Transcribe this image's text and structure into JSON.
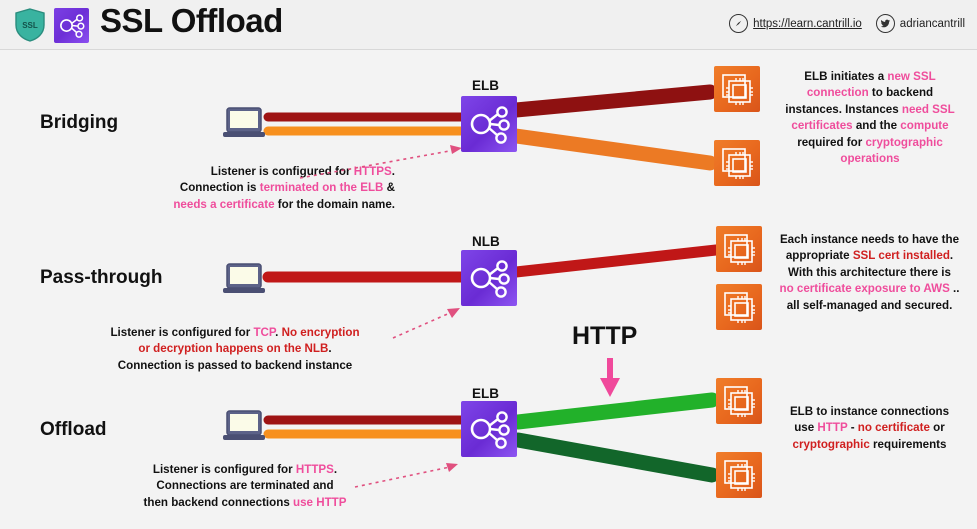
{
  "header": {
    "title": "SSL Offload",
    "shield_icon": "ssl-shield-icon",
    "shield_label": "SSL",
    "elb_icon": "elb-icon",
    "website": "https://learn.cantrill.io",
    "website_icon": "compass-icon",
    "twitter_handle": "adriancantrill",
    "twitter_icon": "twitter-bird-icon"
  },
  "colors": {
    "pink": "#ef4d9c",
    "red": "#d02020",
    "dark_red": "#9e1313",
    "orange": "#f7901e",
    "bright_green": "#22b12a",
    "dark_green": "#12662a",
    "purple": "#7334d8",
    "instance_orange": "#e8681e"
  },
  "rows": [
    {
      "label": "Bridging",
      "node_label": "ELB",
      "client_icon": "laptop-icon",
      "left_lines": [
        "dark-red",
        "orange"
      ],
      "right_lines": [
        "dark-red",
        "orange"
      ],
      "instances": 2,
      "left_note": [
        [
          {
            "t": "Listener is configured for ",
            "c": "black"
          },
          {
            "t": "HTTPS",
            "c": "pink"
          },
          {
            "t": ".",
            "c": "black"
          }
        ],
        [
          {
            "t": "Connection is ",
            "c": "black"
          },
          {
            "t": "terminated on the ELB",
            "c": "pink"
          },
          {
            "t": " &",
            "c": "black"
          }
        ],
        [
          {
            "t": "needs a certificate",
            "c": "pink"
          },
          {
            "t": " for the domain name.",
            "c": "black"
          }
        ]
      ],
      "right_note": [
        [
          {
            "t": "ELB initiates a ",
            "c": "black"
          },
          {
            "t": "new SSL",
            "c": "pink"
          }
        ],
        [
          {
            "t": "connection",
            "c": "pink"
          },
          {
            "t": " to backend",
            "c": "black"
          }
        ],
        [
          {
            "t": "instances. Instances ",
            "c": "black"
          },
          {
            "t": "need SSL",
            "c": "pink"
          }
        ],
        [
          {
            "t": "certificates",
            "c": "pink"
          },
          {
            "t": " and the ",
            "c": "black"
          },
          {
            "t": "compute",
            "c": "pink"
          }
        ],
        [
          {
            "t": "required for ",
            "c": "black"
          },
          {
            "t": "cryptographic",
            "c": "pink"
          }
        ],
        [
          {
            "t": "operations",
            "c": "pink"
          }
        ]
      ]
    },
    {
      "label": "Pass-through",
      "node_label": "NLB",
      "client_icon": "laptop-icon",
      "left_lines": [
        "red"
      ],
      "right_lines": [
        "red"
      ],
      "instances": 2,
      "left_note": [
        [
          {
            "t": "Listener is configured for ",
            "c": "black"
          },
          {
            "t": "TCP",
            "c": "pink"
          },
          {
            "t": ". ",
            "c": "black"
          },
          {
            "t": "No encryption",
            "c": "red"
          }
        ],
        [
          {
            "t": "or decryption happens on the NLB",
            "c": "red"
          },
          {
            "t": ".",
            "c": "black"
          }
        ],
        [
          {
            "t": "Connection is passed to backend instance",
            "c": "black"
          }
        ]
      ],
      "right_note": [
        [
          {
            "t": "Each instance needs to have the",
            "c": "black"
          }
        ],
        [
          {
            "t": "appropriate ",
            "c": "black"
          },
          {
            "t": "SSL cert installed",
            "c": "red"
          },
          {
            "t": ".",
            "c": "black"
          }
        ],
        [
          {
            "t": "With this architecture there is",
            "c": "black"
          }
        ],
        [
          {
            "t": "no certificate exposure to AWS",
            "c": "pink"
          },
          {
            "t": " ..",
            "c": "black"
          }
        ],
        [
          {
            "t": "all self-managed and secured.",
            "c": "black"
          }
        ]
      ]
    },
    {
      "label": "Offload",
      "node_label": "ELB",
      "client_icon": "laptop-icon",
      "left_lines": [
        "dark-red",
        "orange"
      ],
      "right_lines": [
        "bright-green",
        "dark-green"
      ],
      "instances": 2,
      "left_note": [
        [
          {
            "t": "Listener is configured for ",
            "c": "black"
          },
          {
            "t": "HTTPS",
            "c": "pink"
          },
          {
            "t": ".",
            "c": "black"
          }
        ],
        [
          {
            "t": "Connections are terminated and",
            "c": "black"
          }
        ],
        [
          {
            "t": "then backend connections ",
            "c": "black"
          },
          {
            "t": "use HTTP",
            "c": "pink"
          }
        ]
      ],
      "right_note": [
        [
          {
            "t": "ELB to instance connections",
            "c": "black"
          }
        ],
        [
          {
            "t": "use ",
            "c": "black"
          },
          {
            "t": "HTTP",
            "c": "pink"
          },
          {
            "t": " - ",
            "c": "black"
          },
          {
            "t": "no certificate",
            "c": "red"
          },
          {
            "t": " or",
            "c": "black"
          }
        ],
        [
          {
            "t": "cryptographic",
            "c": "red"
          },
          {
            "t": " requirements",
            "c": "black"
          }
        ]
      ]
    }
  ],
  "annotations": {
    "http_label": "HTTP",
    "http_arrow_icon": "down-arrow-icon"
  }
}
